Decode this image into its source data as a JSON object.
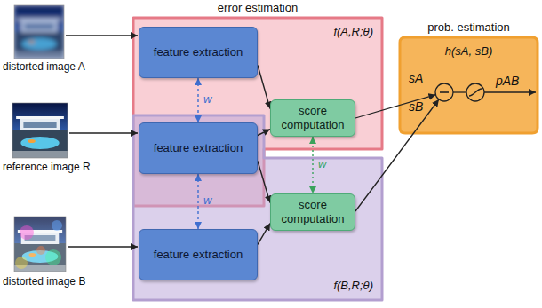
{
  "diagram": {
    "nodes": [
      {
        "text": [
          "error estimation",
          "f(A,R;θ)"
        ]
      },
      {
        "text": [
          "feature extraction"
        ],
        "in": 0
      },
      {
        "text": [
          "feature extraction"
        ],
        "in": 0
      },
      {
        "text": [
          "score computation"
        ],
        "in": 0
      },
      {
        "text": [
          "f(B,R;θ)"
        ]
      },
      {
        "text": [
          "feature extraction"
        ],
        "in": 4
      },
      {
        "text": [
          "score computation"
        ],
        "in": 4
      },
      {
        "text": [
          "prob. estimation",
          "h(sA, sB)"
        ]
      }
    ],
    "edges": [
      {
        "from": 1,
        "to": 2,
        "label": "w",
        "arrow": "both"
      },
      {
        "from": 2,
        "to": 5,
        "label": "w",
        "arrow": "both"
      },
      {
        "from": 1,
        "to": 3,
        "arrow": "to"
      },
      {
        "from": 2,
        "to": 3,
        "arrow": "to"
      },
      {
        "from": 2,
        "to": 6,
        "arrow": "to"
      },
      {
        "from": 5,
        "to": 6,
        "arrow": "to"
      },
      {
        "from": 3,
        "to": 6,
        "label": "w",
        "arrow": "both"
      }
    ],
    "labels": [
      "distorted image A",
      "reference image R",
      "distorted image B",
      "sA",
      "sB",
      "pAB"
    ]
  }
}
